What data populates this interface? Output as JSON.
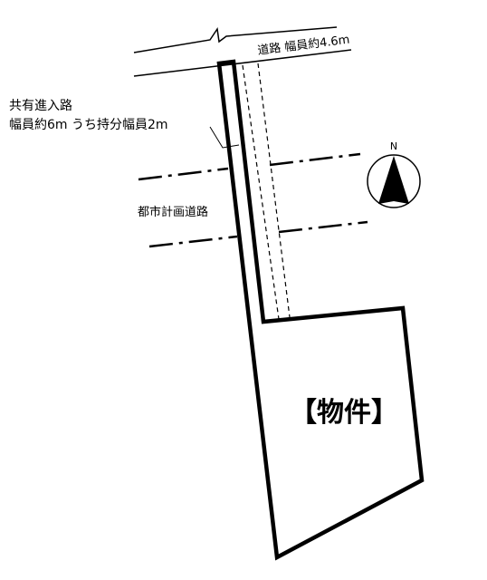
{
  "labels": {
    "road": "道路 幅員約4.6m",
    "shared_access_line1": "共有進入路",
    "shared_access_line2": "幅員約6m うち持分幅員2m",
    "planned_road": "都市計画道路",
    "property": "【物件】",
    "north": "N"
  },
  "colors": {
    "ink": "#000000",
    "background": "#ffffff"
  }
}
